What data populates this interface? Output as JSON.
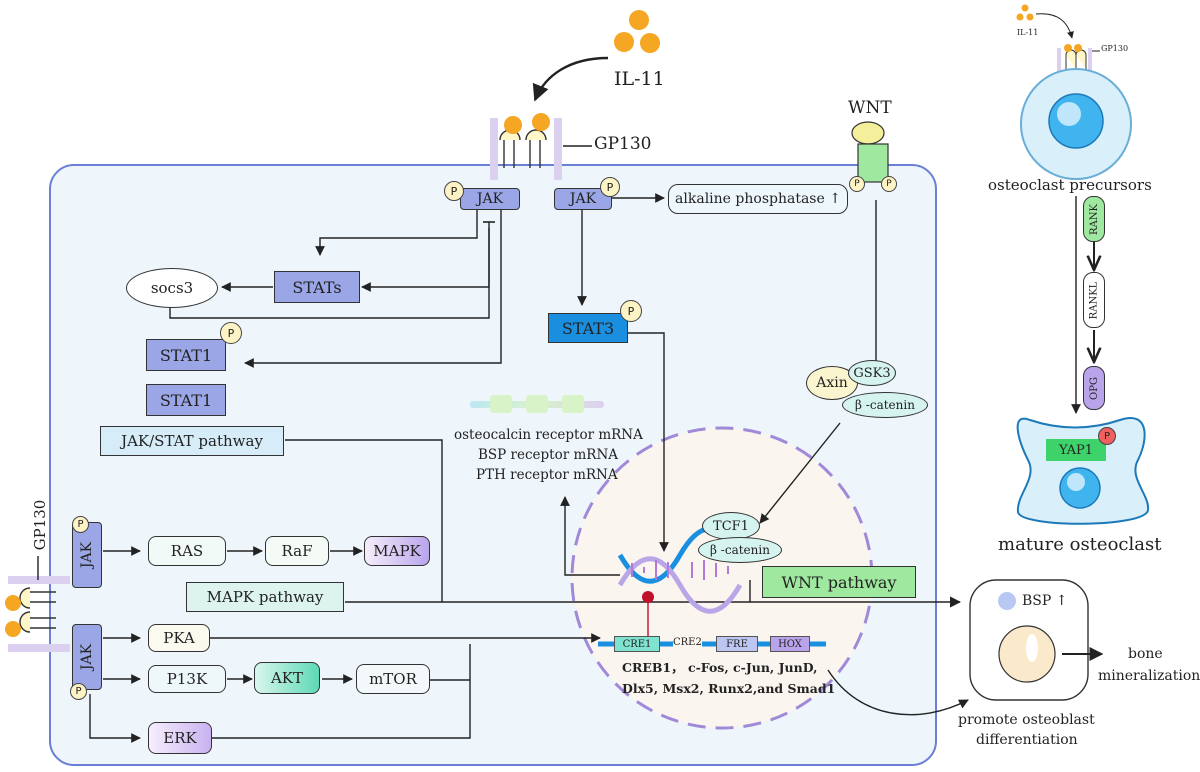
{
  "colors": {
    "cell_border": "#6a7fd6",
    "cell_fill": "#eef6fb",
    "ligand": "#f5a623",
    "receptor": "#dcd0f0",
    "jak": "#9aa6e6",
    "stat3": "#1a8fe0",
    "wnt_green": "#9fe8a0",
    "nucleus_fill": "#faf6ef",
    "nucleus_border": "#a08ad8",
    "osteoclast_fill": "#d9f0fb",
    "yap1": "#3ed36a",
    "p_red": "#f06060"
  },
  "icons": [
    "ligand-dots-icon",
    "receptor-icon",
    "dna-helix-icon",
    "mrna-strand-icon",
    "curved-arrow-icon",
    "nucleus-icon"
  ],
  "labels": {
    "il11": "IL-11",
    "gp130_top": "GP130",
    "wnt": "WNT",
    "jak": "JAK",
    "p": "P",
    "alkaline": "alkaline phosphatase ↑",
    "socs3": "socs3",
    "stats": "STATs",
    "stat3": "STAT3",
    "stat1": "STAT1",
    "jak_stat_pathway": "JAK/STAT pathway",
    "axin": "Axin",
    "gsk3": "GSK3",
    "b_catenin": "β -catenin",
    "mrna_lines": [
      "osteocalcin receptor mRNA",
      "BSP receptor mRNA",
      "PTH receptor mRNA"
    ],
    "gp130_side": "GP130",
    "ras": "RAS",
    "raf": "RaF",
    "mapk": "MAPK",
    "mapk_pathway": "MAPK pathway",
    "tcf1": "TCF1",
    "wnt_pathway": "WNT pathway",
    "pka": "PKA",
    "p13k": "P13K",
    "akt": "AKT",
    "mtor": "mTOR",
    "erk": "ERK",
    "elements": [
      "CRE1",
      "CRE2",
      "FRE",
      "HOX"
    ],
    "tf_line1": "CREB1， c-Fos, c-Jun, JunD,",
    "tf_line2": "Dlx5, Msx2, Runx2,and Smad1",
    "bsp": "BSP ↑",
    "bone": "bone",
    "mineralization": "mineralization",
    "promote": "promote osteoblast",
    "differentiation": "differentiation",
    "il11_small": "IL-11",
    "gp130_small": "GP130",
    "oc_precursors": "osteoclast  precursors",
    "rank": "RANK",
    "rankl": "RANKL",
    "opg": "OPG",
    "yap1": "YAP1",
    "mature": "mature  osteoclast"
  }
}
